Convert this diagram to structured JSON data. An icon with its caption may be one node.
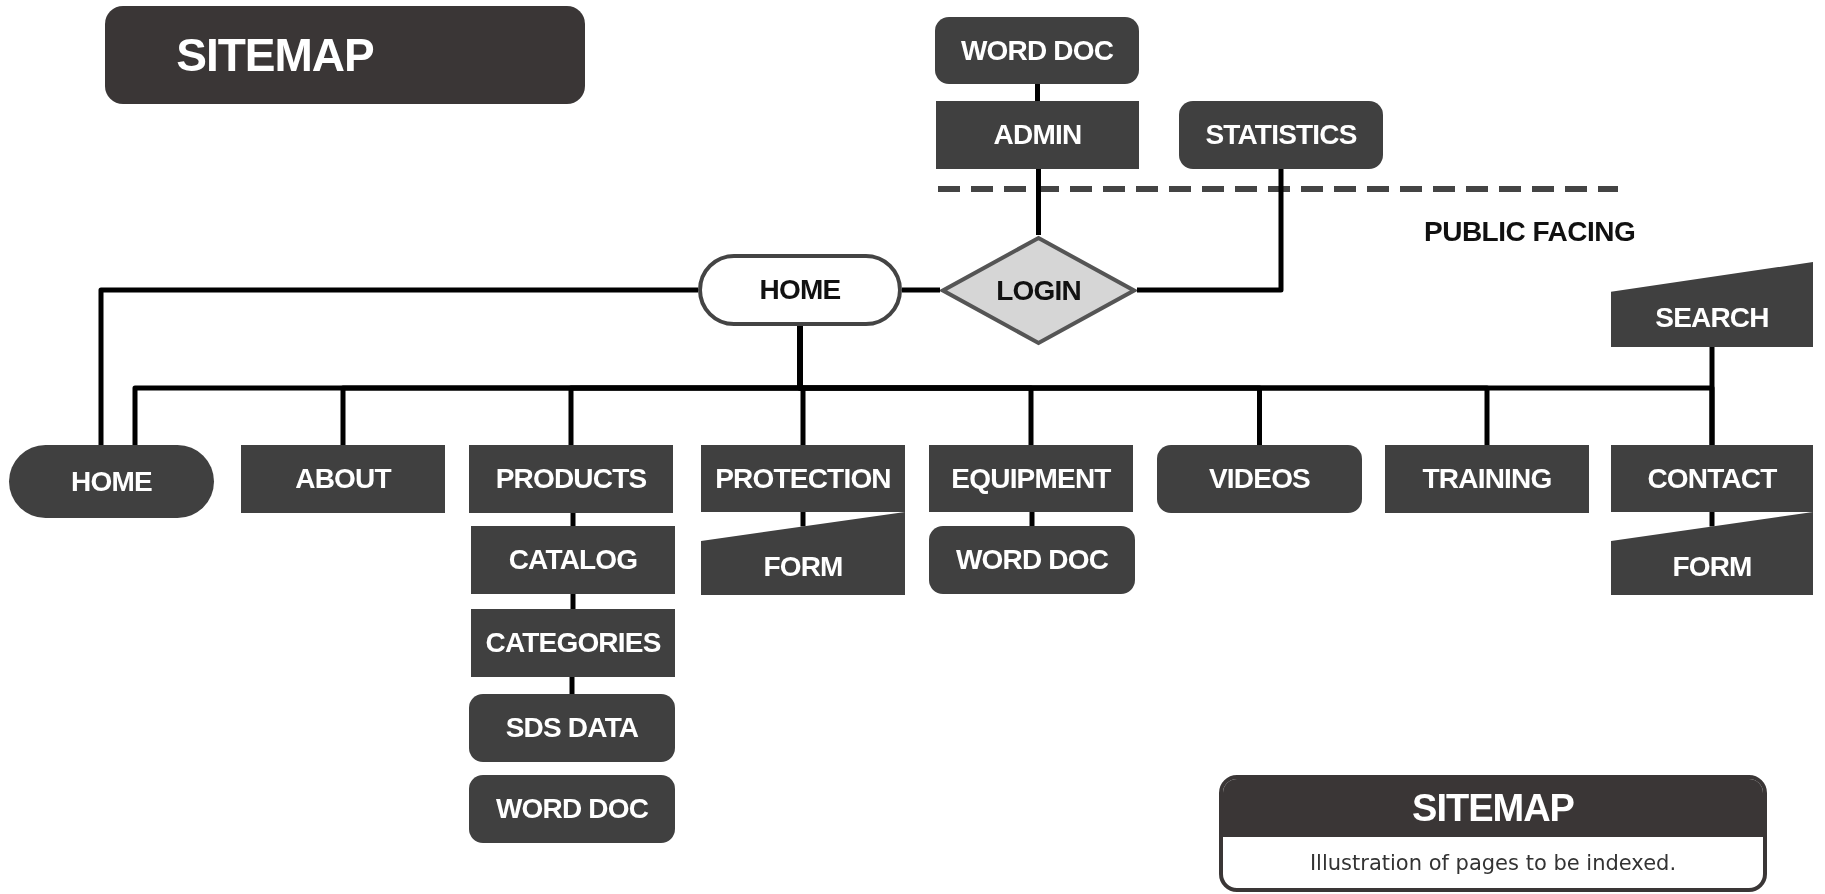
{
  "diagram": {
    "title": "SITEMAP",
    "nodes": [
      {
        "text": [
          "WORD DOC"
        ]
      },
      {
        "text": [
          "ADMIN"
        ]
      },
      {
        "text": [
          "STATISTICS"
        ]
      },
      {
        "text": [
          "HOME"
        ]
      },
      {
        "text": [
          "LOGIN"
        ]
      },
      {
        "text": [
          "SEARCH"
        ]
      },
      {
        "text": [
          "HOME"
        ]
      },
      {
        "text": [
          "ABOUT"
        ]
      },
      {
        "text": [
          "PRODUCTS"
        ]
      },
      {
        "text": [
          "CATALOG"
        ]
      },
      {
        "text": [
          "CATEGORIES"
        ]
      },
      {
        "text": [
          "SDS DATA"
        ]
      },
      {
        "text": [
          "WORD DOC"
        ]
      },
      {
        "text": [
          "PROTECTION"
        ]
      },
      {
        "text": [
          "FORM"
        ]
      },
      {
        "text": [
          "EQUIPMENT"
        ]
      },
      {
        "text": [
          "WORD DOC"
        ]
      },
      {
        "text": [
          "VIDEOS"
        ]
      },
      {
        "text": [
          "TRAINING"
        ]
      },
      {
        "text": [
          "CONTACT"
        ]
      },
      {
        "text": [
          "FORM"
        ]
      },
      {
        "text": [
          "SITEMAP",
          "Illustration of pages to be indexed."
        ]
      }
    ],
    "edges": [
      {
        "from": 0,
        "to": 1,
        "arrow": "none"
      },
      {
        "from": 1,
        "to": 4,
        "arrow": "none"
      },
      {
        "from": 4,
        "to": 2,
        "arrow": "none"
      },
      {
        "from": 3,
        "to": 4,
        "arrow": "none"
      },
      {
        "from": 3,
        "to": 6,
        "arrow": "none"
      },
      {
        "from": 3,
        "to": 6,
        "arrow": "none"
      },
      {
        "from": 3,
        "to": 7,
        "arrow": "none"
      },
      {
        "from": 3,
        "to": 8,
        "arrow": "none"
      },
      {
        "from": 3,
        "to": 13,
        "arrow": "none"
      },
      {
        "from": 3,
        "to": 15,
        "arrow": "none"
      },
      {
        "from": 3,
        "to": 17,
        "arrow": "none"
      },
      {
        "from": 3,
        "to": 18,
        "arrow": "none"
      },
      {
        "from": 3,
        "to": 19,
        "arrow": "none"
      },
      {
        "from": 5,
        "to": 19,
        "arrow": "none"
      },
      {
        "from": 8,
        "to": 9,
        "arrow": "none"
      },
      {
        "from": 9,
        "to": 10,
        "arrow": "none"
      },
      {
        "from": 10,
        "to": 11,
        "arrow": "none"
      },
      {
        "from": 13,
        "to": 14,
        "arrow": "none"
      },
      {
        "from": 15,
        "to": 16,
        "arrow": "none"
      },
      {
        "from": 19,
        "to": 20,
        "arrow": "none"
      }
    ],
    "labels": [
      "PUBLIC FACING"
    ]
  }
}
